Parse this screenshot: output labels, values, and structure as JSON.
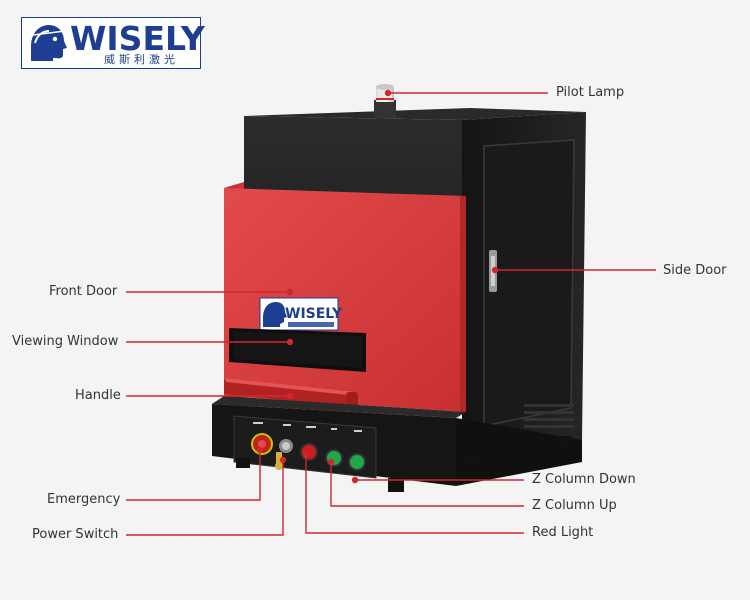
{
  "logo": {
    "brand": "WISELY",
    "subtitle": "威斯利激光",
    "color": "#1d3e93"
  },
  "machine": {
    "door_logo_text": "WISELY",
    "panel_buttons": [
      "Emergency",
      "Power",
      "Red Light",
      "Up",
      "Down"
    ]
  },
  "callouts": {
    "pilot_lamp": "Pilot Lamp",
    "side_door": "Side Door",
    "front_door": "Front Door",
    "viewing_window": "Viewing Window",
    "handle": "Handle",
    "emergency": "Emergency",
    "power_switch": "Power Switch",
    "z_column_down": "Z Column Down",
    "z_column_up": "Z Column Up",
    "red_light": "Red Light"
  },
  "colors": {
    "accent_line": "#d0272f",
    "machine_red": "#d83a3a",
    "machine_black": "#1c1c1c"
  }
}
